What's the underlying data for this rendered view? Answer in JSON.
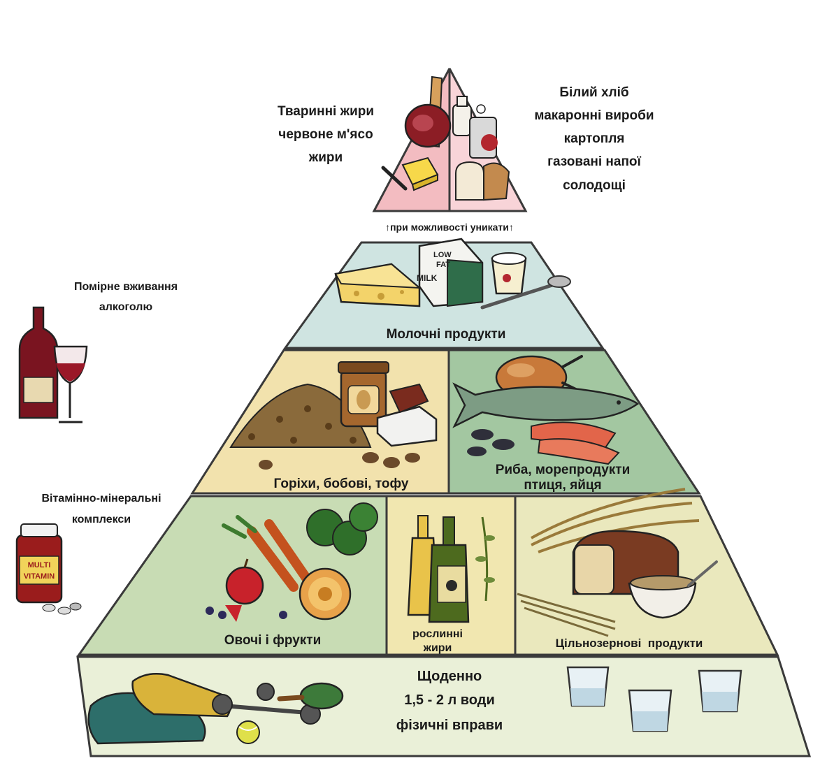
{
  "colors": {
    "top_left": "#f3bcc1",
    "top_right": "#f8d4d8",
    "dairy": "#cfe4e1",
    "nuts": "#f2e2ad",
    "fish": "#a3c7a1",
    "veg": "#c8dcb4",
    "oil": "#f1e7b0",
    "grains": "#eae8bd",
    "base": "#eaf0d8",
    "outline": "#3a3a3a"
  },
  "top_tier": {
    "left_label": [
      "Тваринні жири",
      "червоне м'ясо",
      "жири"
    ],
    "right_label": [
      "Білий хліб",
      "макаронні вироби",
      "картопля",
      "газовані напої",
      "солодощі"
    ],
    "caption": "↑при можливості уникати↑"
  },
  "side": {
    "alcohol_label": [
      "Помірне вживання",
      "алкоголю"
    ],
    "vitamins_label": [
      "Вітамінно-мінеральні",
      "комплекси"
    ],
    "vitamin_bottle_text": [
      "MULTI",
      "VITAMIN"
    ]
  },
  "tiers": {
    "dairy": "Молочні продукти",
    "milk_carton": [
      "LOW",
      "FAT",
      "MILK"
    ],
    "nuts": "Горіхи, бобові, тофу",
    "fish": [
      "Риба, морепродукти",
      "птиця, яйця"
    ],
    "vegetables": "Овочі і фрукти",
    "oils": [
      "рослинні",
      "жири"
    ],
    "grains": "Цільнозернові  продукти",
    "base": [
      "Щоденно",
      "1,5 - 2 л води",
      "фізичні вправи"
    ]
  },
  "icons": [
    "wine-bottle-icon",
    "wine-glass-icon",
    "vitamin-bottle-icon",
    "meat-icon",
    "butter-icon",
    "milk-bottle-icon",
    "soda-can-icon",
    "bread-icon",
    "cheese-icon",
    "milk-carton-icon",
    "yogurt-cup-icon",
    "spoon-icon",
    "peanut-butter-jar-icon",
    "nuts-pile-icon",
    "tofu-icon",
    "chicken-icon",
    "fish-icon",
    "salmon-fillet-icon",
    "mussels-icon",
    "carrots-icon",
    "apple-icon",
    "melon-icon",
    "broccoli-icon",
    "olive-oil-bottle-icon",
    "oil-bottle-icon",
    "grain-loaf-icon",
    "porridge-bowl-icon",
    "wheat-icon",
    "sneakers-icon",
    "dumbbell-icon",
    "racket-icon",
    "tennis-ball-icon",
    "water-glass-icon"
  ]
}
